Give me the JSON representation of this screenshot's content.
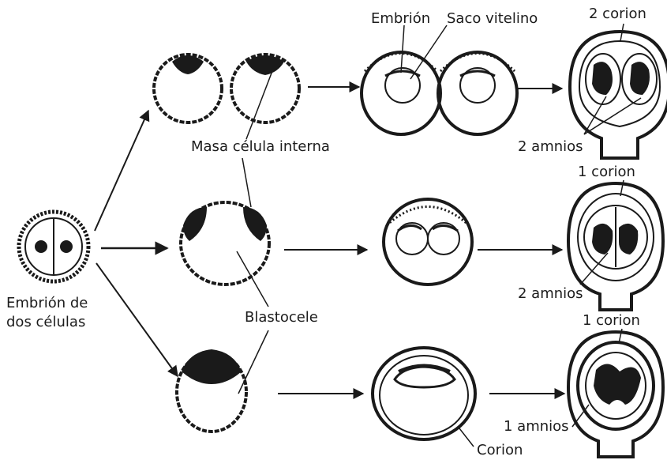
{
  "labels": {
    "embryo": "Embrión",
    "yolk_sac": "Saco vitelino",
    "chorion_2": "2 corion",
    "inner_cell_mass": "Masa célula interna",
    "amnion_2_top": "2 amnios",
    "chorion_1_mid": "1 corion",
    "two_cell_line1": "Embrión de",
    "two_cell_line2": "dos células",
    "amnion_2_mid": "2 amnios",
    "blastocoel": "Blastocele",
    "chorion_1_bot": "1 corion",
    "amnion_1": "1 amnios",
    "chorion": "Corion"
  },
  "colors": {
    "ink": "#1a1a1a",
    "background": "#ffffff"
  }
}
